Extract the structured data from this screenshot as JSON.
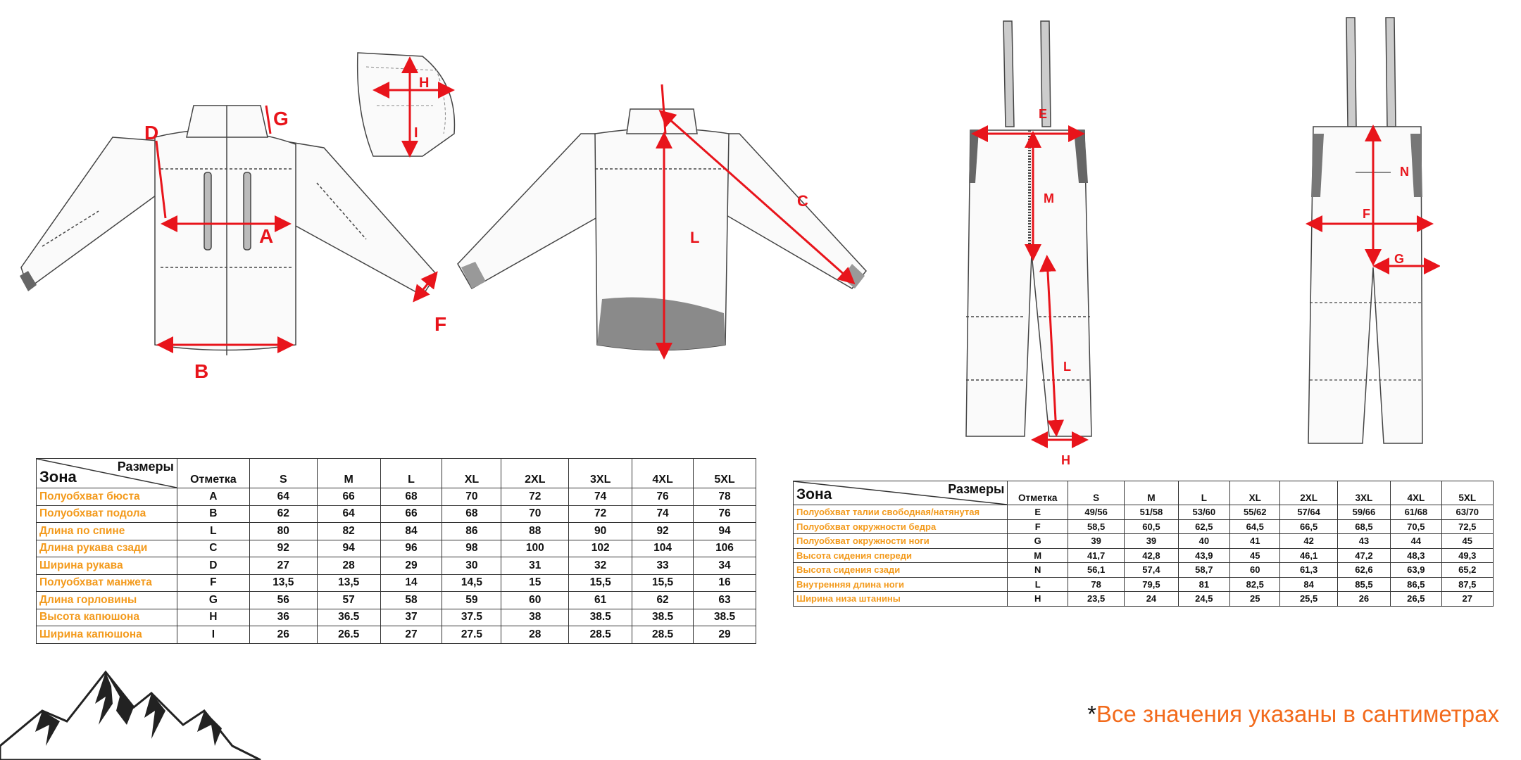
{
  "labels": {
    "jacket_front": [
      "D",
      "G",
      "A",
      "B",
      "F"
    ],
    "hood": [
      "H",
      "I"
    ],
    "jacket_back": [
      "L",
      "C"
    ],
    "pants_front": [
      "E",
      "M",
      "L",
      "H"
    ],
    "pants_back": [
      "N",
      "F",
      "G"
    ]
  },
  "jacket_table": {
    "corner_top": "Размеры",
    "corner_bottom": "Зона",
    "mark_header": "Отметка",
    "sizes": [
      "S",
      "M",
      "L",
      "XL",
      "2XL",
      "3XL",
      "4XL",
      "5XL"
    ],
    "rows": [
      {
        "zone": "Полуобхват бюста",
        "mark": "A",
        "values": [
          "64",
          "66",
          "68",
          "70",
          "72",
          "74",
          "76",
          "78"
        ]
      },
      {
        "zone": "Полуобхват подола",
        "mark": "B",
        "values": [
          "62",
          "64",
          "66",
          "68",
          "70",
          "72",
          "74",
          "76"
        ]
      },
      {
        "zone": "Длина по спине",
        "mark": "L",
        "values": [
          "80",
          "82",
          "84",
          "86",
          "88",
          "90",
          "92",
          "94"
        ]
      },
      {
        "zone": "Длина рукава сзади",
        "mark": "C",
        "values": [
          "92",
          "94",
          "96",
          "98",
          "100",
          "102",
          "104",
          "106"
        ]
      },
      {
        "zone": "Ширина рукава",
        "mark": "D",
        "values": [
          "27",
          "28",
          "29",
          "30",
          "31",
          "32",
          "33",
          "34"
        ]
      },
      {
        "zone": "Полуобхват манжета",
        "mark": "F",
        "values": [
          "13,5",
          "13,5",
          "14",
          "14,5",
          "15",
          "15,5",
          "15,5",
          "16"
        ]
      },
      {
        "zone": "Длина горловины",
        "mark": "G",
        "values": [
          "56",
          "57",
          "58",
          "59",
          "60",
          "61",
          "62",
          "63"
        ]
      },
      {
        "zone": "Высота капюшона",
        "mark": "H",
        "values": [
          "36",
          "36.5",
          "37",
          "37.5",
          "38",
          "38.5",
          "38.5",
          "38.5"
        ]
      },
      {
        "zone": "Ширина капюшона",
        "mark": "I",
        "values": [
          "26",
          "26.5",
          "27",
          "27.5",
          "28",
          "28.5",
          "28.5",
          "29"
        ]
      }
    ]
  },
  "pants_table": {
    "corner_top": "Размеры",
    "corner_bottom": "Зона",
    "mark_header": "Отметка",
    "sizes": [
      "S",
      "M",
      "L",
      "XL",
      "2XL",
      "3XL",
      "4XL",
      "5XL"
    ],
    "rows": [
      {
        "zone": "Полуобхват талии свободная/натянутая",
        "mark": "E",
        "values": [
          "49/56",
          "51/58",
          "53/60",
          "55/62",
          "57/64",
          "59/66",
          "61/68",
          "63/70"
        ]
      },
      {
        "zone": "Полуобхват окружности бедра",
        "mark": "F",
        "values": [
          "58,5",
          "60,5",
          "62,5",
          "64,5",
          "66,5",
          "68,5",
          "70,5",
          "72,5"
        ]
      },
      {
        "zone": "Полуобхват окружности ноги",
        "mark": "G",
        "values": [
          "39",
          "39",
          "40",
          "41",
          "42",
          "43",
          "44",
          "45"
        ]
      },
      {
        "zone": "Высота сидения спереди",
        "mark": "M",
        "values": [
          "41,7",
          "42,8",
          "43,9",
          "45",
          "46,1",
          "47,2",
          "48,3",
          "49,3"
        ]
      },
      {
        "zone": "Высота сидения сзади",
        "mark": "N",
        "values": [
          "56,1",
          "57,4",
          "58,7",
          "60",
          "61,3",
          "62,6",
          "63,9",
          "65,2"
        ]
      },
      {
        "zone": "Внутренняя длина ноги",
        "mark": "L",
        "values": [
          "78",
          "79,5",
          "81",
          "82,5",
          "84",
          "85,5",
          "86,5",
          "87,5"
        ]
      },
      {
        "zone": "Ширина низа штанины",
        "mark": "H",
        "values": [
          "23,5",
          "24",
          "24,5",
          "25",
          "25,5",
          "26",
          "26,5",
          "27"
        ]
      }
    ]
  },
  "note": {
    "star": "*",
    "text": "Все значения указаны в сантиметрах"
  },
  "colors": {
    "accent": "#e8141b",
    "zone_text": "#f39a1c",
    "note": "#f26a1b"
  }
}
